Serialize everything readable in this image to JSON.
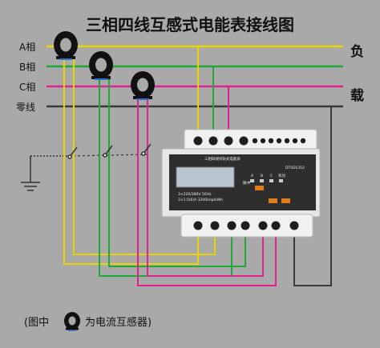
{
  "title": "三相四线互感式电能表接线图",
  "lines": [
    {
      "label": "A相",
      "color": "#e8d400"
    },
    {
      "label": "B相",
      "color": "#22a83a"
    },
    {
      "label": "C相",
      "color": "#e0208e"
    },
    {
      "label": "零线",
      "color": "#3a3a3a"
    }
  ],
  "side_labels": {
    "top": "负",
    "bottom": "载"
  },
  "meter": {
    "panel_title": "三相四线导轨式电能表",
    "spec_line1": "3×220/380V  50Hz",
    "spec_line2": "3×1.5(6)A   3200imp/kWh",
    "indicator_labels": [
      "A",
      "B",
      "C",
      "有功"
    ],
    "pulse_label": "脉冲",
    "model": "DTSD1352"
  },
  "caption": {
    "left": "(图中",
    "right": "为电流互感器)"
  }
}
